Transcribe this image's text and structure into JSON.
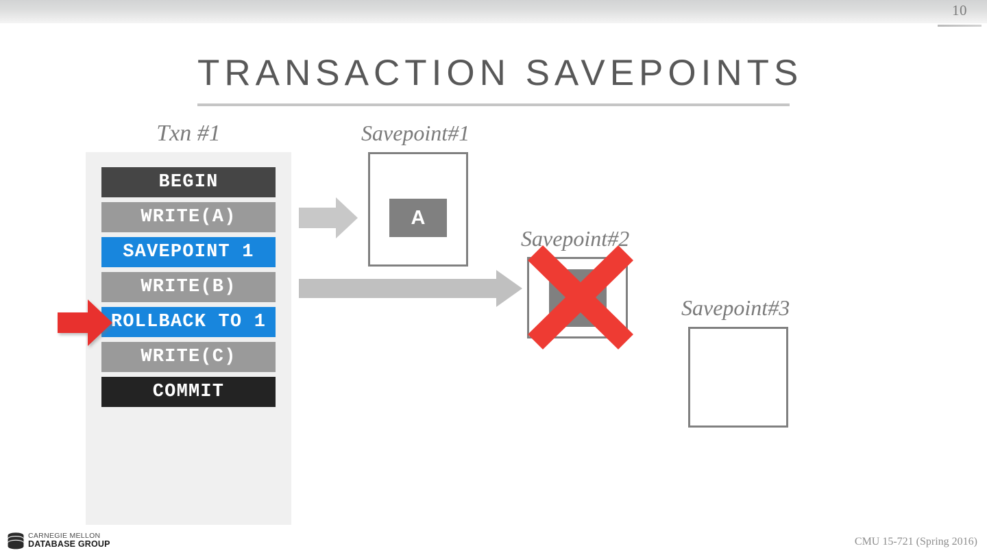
{
  "slide": {
    "page_number": "10",
    "title": "TRANSACTION SAVEPOINTS",
    "background_color": "#ffffff"
  },
  "transaction_panel": {
    "label": "Txn #1",
    "statements": [
      {
        "text": "BEGIN",
        "style": "begin",
        "color": "#454545"
      },
      {
        "text": "WRITE(A)",
        "style": "normal",
        "color": "#9a9a9a"
      },
      {
        "text": "SAVEPOINT 1",
        "style": "accent",
        "color": "#1886dd"
      },
      {
        "text": "WRITE(B)",
        "style": "normal",
        "color": "#9a9a9a"
      },
      {
        "text": "ROLLBACK TO 1",
        "style": "accent",
        "color": "#1886dd"
      },
      {
        "text": "WRITE(C)",
        "style": "normal",
        "color": "#9a9a9a"
      },
      {
        "text": "COMMIT",
        "style": "commit",
        "color": "#232323"
      }
    ],
    "current_statement_marker": {
      "icon": "red-right-arrow-icon",
      "points_at": "ROLLBACK TO 1",
      "color": "#e8312e"
    }
  },
  "flow_arrows": [
    {
      "name": "arrow-to-savepoint-1",
      "color": "#c8c8c8"
    },
    {
      "name": "arrow-to-savepoint-2",
      "color": "#c0c0c0"
    }
  ],
  "savepoints": [
    {
      "label": "Savepoint#1",
      "contents": "A",
      "invalidated": false,
      "border_color": "#808080",
      "fill_color": "#808080"
    },
    {
      "label": "Savepoint#2",
      "contents": "",
      "invalidated": true,
      "border_color": "#808080",
      "fill_color": "#808080",
      "cross_color": "#ee3b33"
    },
    {
      "label": "Savepoint#3",
      "contents": "",
      "invalidated": false,
      "border_color": "#808080"
    }
  ],
  "footer": {
    "logo_icon": "database-cylinder-icon",
    "logo_line1": "CARNEGIE MELLON",
    "logo_line2": "DATABASE GROUP",
    "credit": "CMU 15-721 (Spring 2016)"
  }
}
